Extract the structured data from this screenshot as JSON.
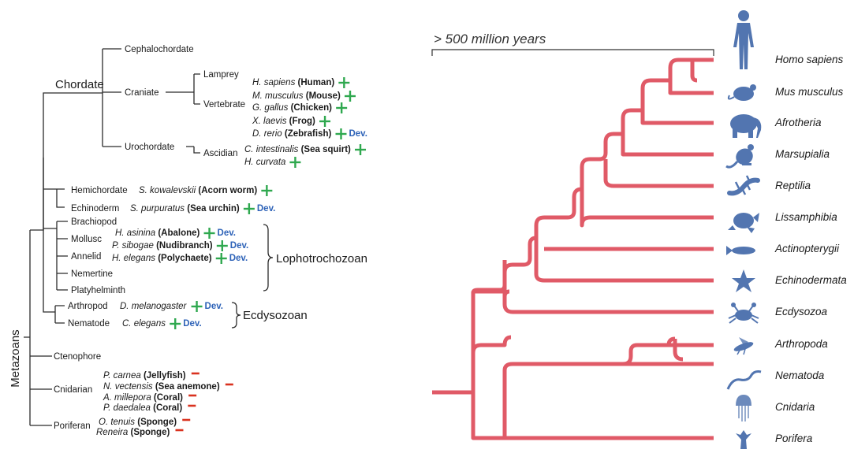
{
  "left_tree": {
    "root_label": "Metazoans",
    "groups": {
      "chordate": "Chordate",
      "lophotrochozoan": "Lophotrochozoan",
      "ecdysozoan": "Ecdysozoan"
    },
    "clades": {
      "cephalochordate": "Cephalochordate",
      "craniate": "Craniate",
      "lamprey": "Lamprey",
      "vertebrate": "Vertebrate",
      "urochordate": "Urochordate",
      "ascidian": "Ascidian",
      "hemichordate": "Hemichordate",
      "echinoderm": "Echinoderm",
      "brachiopod": "Brachiopod",
      "mollusc": "Mollusc",
      "annelid": "Annelid",
      "nemertine": "Nemertine",
      "platyhelminth": "Platyhelminth",
      "arthropod": "Arthropod",
      "nematode": "Nematode",
      "ctenophore": "Ctenophore",
      "cnidarian": "Cnidarian",
      "poriferan": "Poriferan"
    },
    "species": [
      {
        "sp": "H. sapiens",
        "common": "(Human)",
        "mark": "+",
        "dev": ""
      },
      {
        "sp": "M. musculus",
        "common": "(Mouse)",
        "mark": "+",
        "dev": ""
      },
      {
        "sp": "G. gallus",
        "common": "(Chicken)",
        "mark": "+",
        "dev": ""
      },
      {
        "sp": "X. laevis",
        "common": "(Frog)",
        "mark": "+",
        "dev": ""
      },
      {
        "sp": "D. rerio",
        "common": "(Zebrafish)",
        "mark": "+",
        "dev": "Dev."
      },
      {
        "sp": "C. intestinalis",
        "common": "(Sea squirt)",
        "mark": "+",
        "dev": ""
      },
      {
        "sp": "H. curvata",
        "common": "",
        "mark": "+",
        "dev": ""
      },
      {
        "sp": "S. kowalevskii",
        "common": "(Acorn worm)",
        "mark": "+",
        "dev": ""
      },
      {
        "sp": "S. purpuratus",
        "common": "(Sea urchin)",
        "mark": "+",
        "dev": "Dev."
      },
      {
        "sp": "H. asinina",
        "common": "(Abalone)",
        "mark": "+",
        "dev": "Dev."
      },
      {
        "sp": "P. sibogae",
        "common": "(Nudibranch)",
        "mark": "+",
        "dev": "Dev."
      },
      {
        "sp": "H. elegans",
        "common": "(Polychaete)",
        "mark": "+",
        "dev": "Dev."
      },
      {
        "sp": "D. melanogaster",
        "common": "",
        "mark": "+",
        "dev": "Dev."
      },
      {
        "sp": "C. elegans",
        "common": "",
        "mark": "+",
        "dev": "Dev."
      },
      {
        "sp": "P. carnea",
        "common": "(Jellyfish)",
        "mark": "-",
        "dev": ""
      },
      {
        "sp": "N. vectensis",
        "common": "(Sea anemone)",
        "mark": "-",
        "dev": ""
      },
      {
        "sp": "A. millepora",
        "common": "(Coral)",
        "mark": "-",
        "dev": ""
      },
      {
        "sp": "P. daedalea",
        "common": "(Coral)",
        "mark": "-",
        "dev": ""
      },
      {
        "sp": "O. tenuis",
        "common": "(Sponge)",
        "mark": "-",
        "dev": ""
      },
      {
        "sp": "Reneira",
        "common": "(Sponge)",
        "mark": "-",
        "dev": ""
      }
    ],
    "colors": {
      "plus": "#2fa84f",
      "minus": "#d9321f",
      "dev": "#2e63b8"
    }
  },
  "right_tree": {
    "timescale_label": "> 500 million years",
    "branch_color": "#e05a67",
    "silhouette_color": "#5275b0",
    "taxa": [
      {
        "name": "Homo sapiens",
        "icon": "human-icon"
      },
      {
        "name": "Mus musculus",
        "icon": "mouse-icon"
      },
      {
        "name": "Afrotheria",
        "icon": "elephant-icon"
      },
      {
        "name": "Marsupialia",
        "icon": "kangaroo-icon"
      },
      {
        "name": "Reptilia",
        "icon": "lizard-icon"
      },
      {
        "name": "Lissamphibia",
        "icon": "frog-icon"
      },
      {
        "name": "Actinopterygii",
        "icon": "fish-icon"
      },
      {
        "name": "Echinodermata",
        "icon": "starfish-icon"
      },
      {
        "name": "Ecdysozoa",
        "icon": "crab-icon"
      },
      {
        "name": "Arthropoda",
        "icon": "fly-icon"
      },
      {
        "name": "Nematoda",
        "icon": "worm-icon"
      },
      {
        "name": "Cnidaria",
        "icon": "jellyfish-icon"
      },
      {
        "name": "Porifera",
        "icon": "sponge-icon"
      }
    ]
  }
}
